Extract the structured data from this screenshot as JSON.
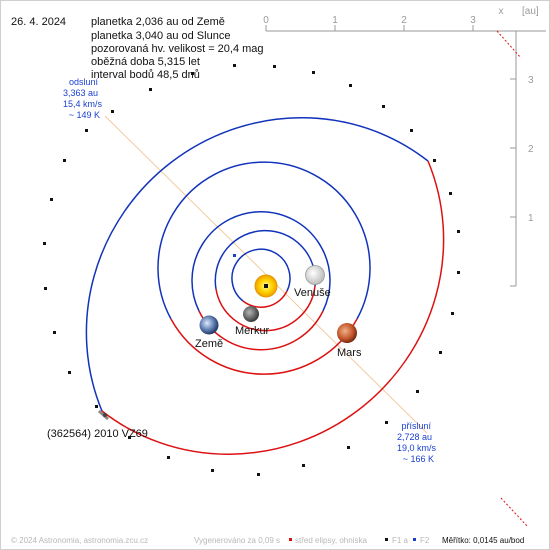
{
  "date": "26. 4. 2024",
  "info_lines": [
    "planetka 2,036 au od Země",
    "planetka 3,040 au od Slunce",
    "pozorovaná hv. velikost = 20,4 mag",
    "oběžná doba 5,315 let",
    "interval bodů 48,5 dnů"
  ],
  "axes": {
    "x_ticks": [
      "0",
      "1",
      "2",
      "3"
    ],
    "y_ticks": [
      "3",
      "2",
      "1"
    ],
    "x_label": "x",
    "unit": "[au]"
  },
  "aphelion": {
    "title": "odsluní",
    "distance": "3,363 au",
    "speed": "15,4 km/s",
    "temp": "~ 149 K"
  },
  "perihelion": {
    "title": "přísluní",
    "distance": "2,728 au",
    "speed": "19,0 km/s",
    "temp": "~ 166 K"
  },
  "planets": {
    "mercury": "Merkur",
    "venus": "Venuše",
    "earth": "Země",
    "mars": "Mars"
  },
  "asteroid_name": "(362564) 2010 VZ69",
  "footer": {
    "copyright": "© 2024 Astronomia, astronomia.zcu.cz",
    "generated": "Vygenerováno za 0,09 s",
    "legend_center": "střed elipsy, ohniska",
    "legend_f1": "F1 a",
    "legend_f2": "F2",
    "scale": "Měřítko: 0,0145 au/bod"
  },
  "colors": {
    "above_ecliptic": "#1133bb",
    "below_ecliptic": "#dd1111",
    "apsides_line": "#f3c9a0",
    "text_blue": "#1a3fd0",
    "axis_gray": "#9a9a9a",
    "footer_gray": "#b8b8b8"
  }
}
